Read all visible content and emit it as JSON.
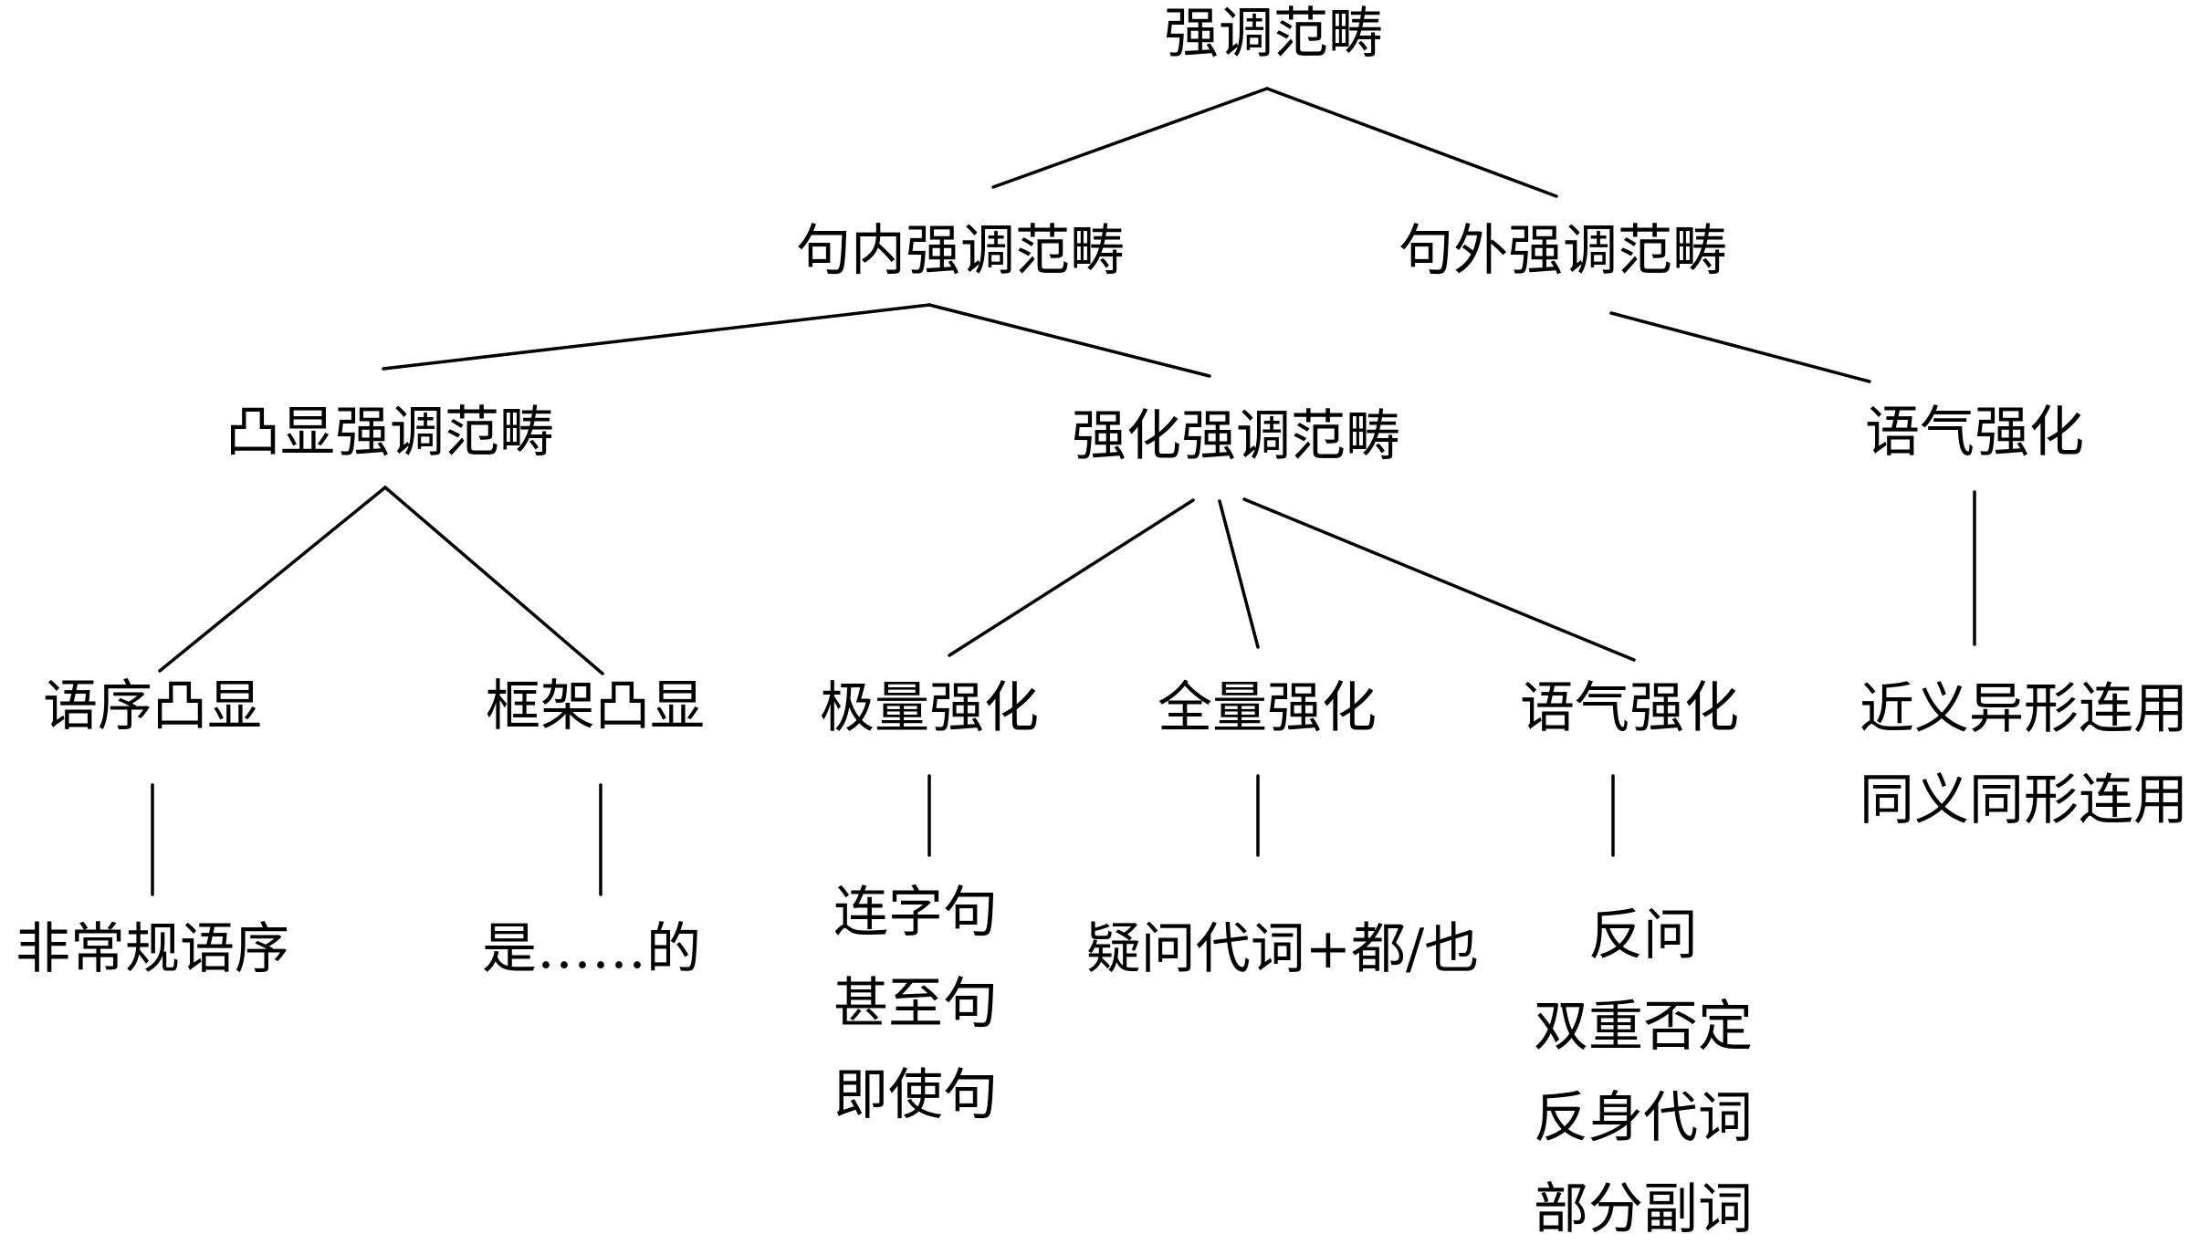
{
  "diagram": {
    "root": "强调范畴",
    "inner": "句内强调范畴",
    "outer": "句外强调范畴",
    "prominence": "凸显强调范畴",
    "intensify": "强化强调范畴",
    "outer_mood": "语气强化",
    "word_order": "语序凸显",
    "frame": "框架凸显",
    "extreme": "极量强化",
    "total": "全量强化",
    "mood": "语气强化",
    "word_order_example": "非常规语序",
    "frame_example": "是……的",
    "extreme_examples": [
      "连字句",
      "甚至句",
      "即使句"
    ],
    "total_example": "疑问代词+都/也",
    "mood_examples": [
      "反问",
      "双重否定",
      "反身代词",
      "部分副词"
    ],
    "outer_examples": [
      "近义异形连用",
      "同义同形连用"
    ]
  }
}
